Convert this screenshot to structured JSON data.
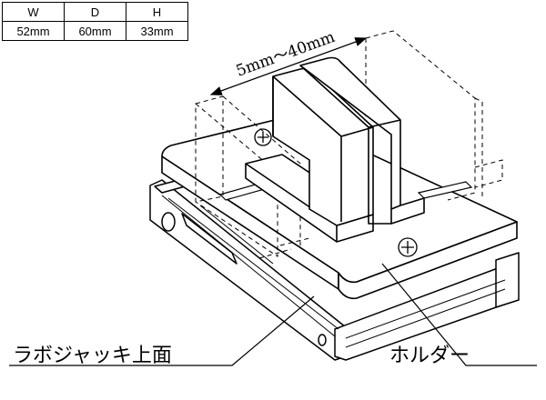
{
  "dimensions_table": {
    "headers": [
      "W",
      "D",
      "H"
    ],
    "values": [
      "52mm",
      "60mm",
      "33mm"
    ]
  },
  "labels": {
    "adjust_range": "5mm～40mm",
    "lab_jack_top": "ラボジャッキ上面",
    "holder": "ホルダー"
  }
}
